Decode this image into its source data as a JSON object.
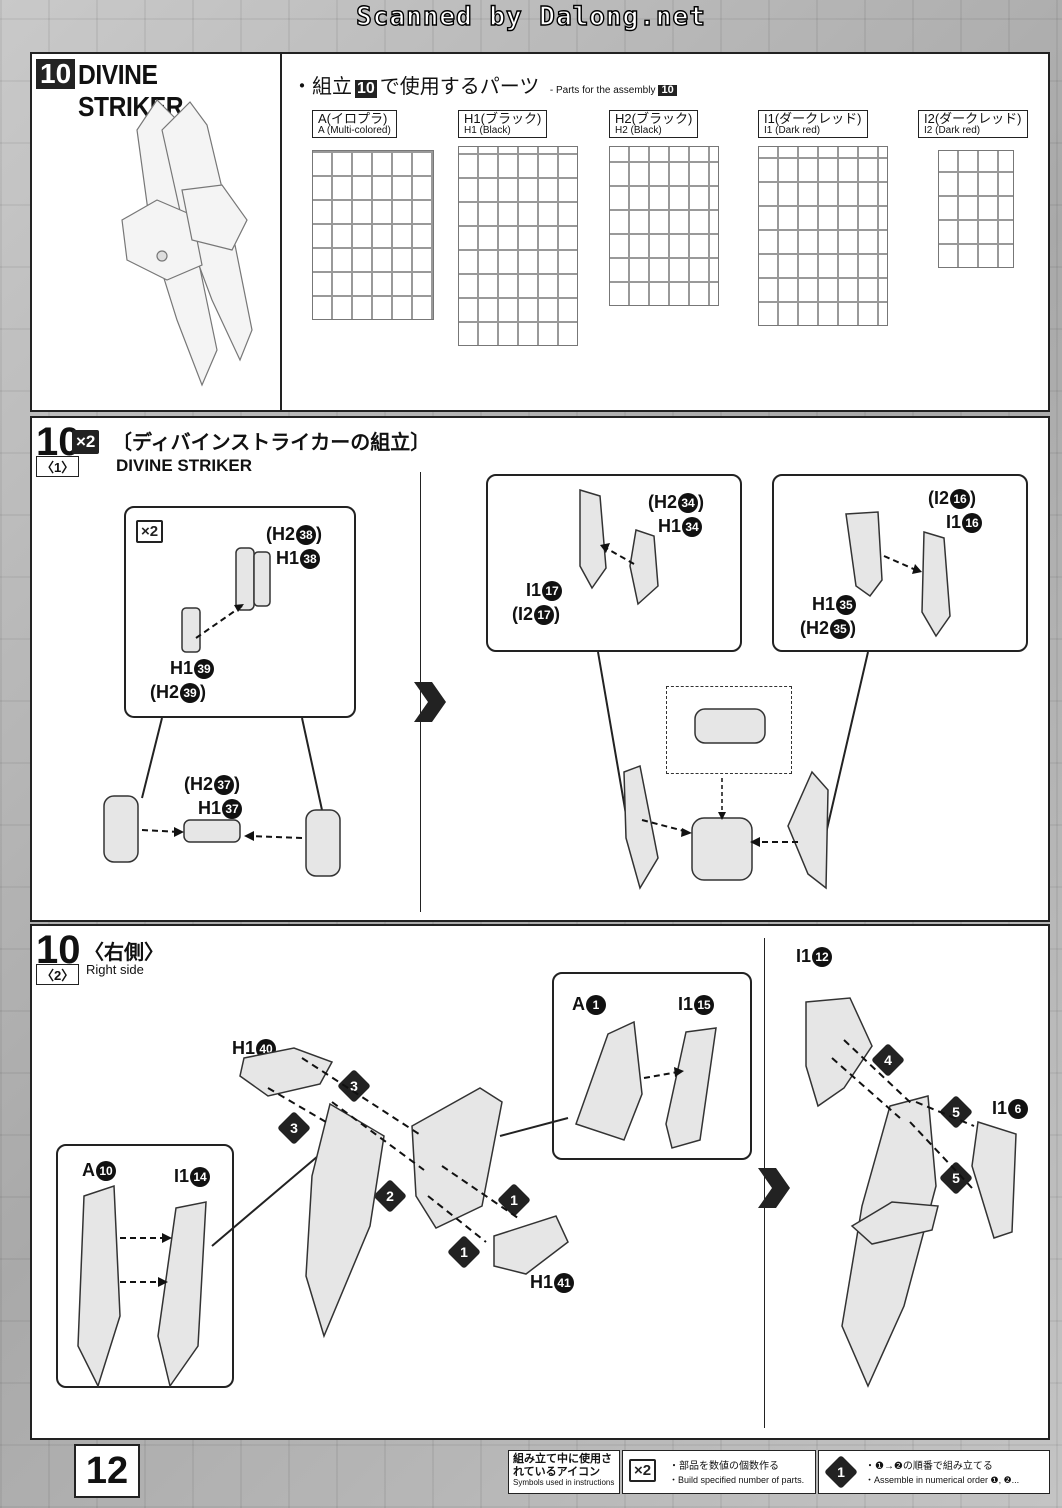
{
  "watermark": "Scanned by Dalong.net",
  "page_number": "12",
  "header": {
    "step_number": "10",
    "title": "DIVINE STRIKER",
    "parts_jp_prefix": "・組立",
    "parts_jp_suffix": "で使用するパーツ",
    "parts_en": "- Parts for the assembly",
    "runners": [
      {
        "jp": "A(イロプラ)",
        "en": "A (Multi-colored)"
      },
      {
        "jp": "H1(ブラック)",
        "en": "H1 (Black)"
      },
      {
        "jp": "H2(ブラック)",
        "en": "H2 (Black)"
      },
      {
        "jp": "I1(ダークレッド)",
        "en": "I1 (Dark red)"
      },
      {
        "jp": "I2(ダークレッド)",
        "en": "I2 (Dark red)"
      }
    ]
  },
  "section1": {
    "step": "10",
    "sub": "〈1〉",
    "multiplier": "×2",
    "title_jp": "〔ディバインストライカーの組立〕",
    "title_en": "DIVINE STRIKER",
    "callout_left": {
      "multiplier": "×2",
      "labels": [
        {
          "code": "(H2",
          "num": "38",
          "close": ")"
        },
        {
          "code": "H1",
          "num": "38",
          "close": ""
        },
        {
          "code": "H1",
          "num": "39",
          "close": ""
        },
        {
          "code": "(H2",
          "num": "39",
          "close": ")"
        }
      ]
    },
    "center_labels": [
      {
        "code": "(H2",
        "num": "37",
        "close": ")"
      },
      {
        "code": "H1",
        "num": "37",
        "close": ""
      }
    ],
    "callout_mid": [
      {
        "code": "(H2",
        "num": "34",
        "close": ")"
      },
      {
        "code": "H1",
        "num": "34",
        "close": ""
      },
      {
        "code": "I1",
        "num": "17",
        "close": ""
      },
      {
        "code": "(I2",
        "num": "17",
        "close": ")"
      }
    ],
    "callout_right": [
      {
        "code": "(I2",
        "num": "16",
        "close": ")"
      },
      {
        "code": "I1",
        "num": "16",
        "close": ""
      },
      {
        "code": "H1",
        "num": "35",
        "close": ""
      },
      {
        "code": "(H2",
        "num": "35",
        "close": ")"
      }
    ]
  },
  "section2": {
    "step": "10",
    "sub": "〈2〉",
    "title_jp": "〈右側〉",
    "title_en": "Right side",
    "labels": [
      {
        "code": "A",
        "num": "10"
      },
      {
        "code": "I1",
        "num": "14"
      },
      {
        "code": "H1",
        "num": "40"
      },
      {
        "code": "A",
        "num": "1"
      },
      {
        "code": "I1",
        "num": "15"
      },
      {
        "code": "H1",
        "num": "41"
      },
      {
        "code": "I1",
        "num": "12"
      },
      {
        "code": "I1",
        "num": "6"
      }
    ],
    "steps": [
      "1",
      "1",
      "2",
      "3",
      "3",
      "4",
      "5",
      "5"
    ]
  },
  "footer": {
    "icons_jp": "組み立て中に使用されているアイコン",
    "icons_en": "Symbols used in instructions",
    "x2_label": "×2",
    "x2_jp": "・部品を数値の個数作る",
    "x2_en": "・Build specified number of parts.",
    "order_badge": "1",
    "order_jp": "・❶→❷の順番で組み立てる",
    "order_en": "・Assemble in numerical order ❶, ❷..."
  }
}
